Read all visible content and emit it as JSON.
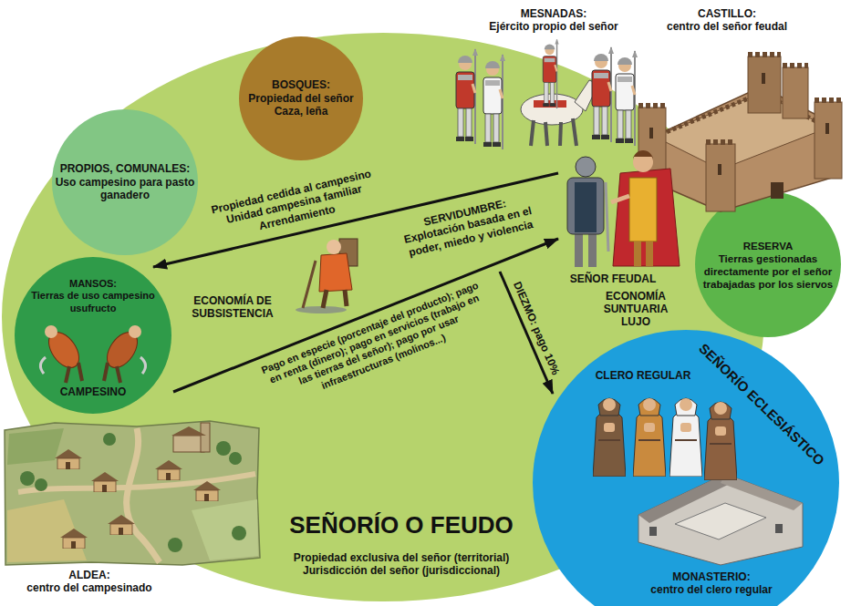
{
  "diagram": {
    "nodes": [
      {
        "text": [
          "SEÑORÍO O FEUDO",
          "Propiedad exclusiva del señor (territorial)",
          "Jurisdicción del señor (jurisdiccional)"
        ]
      },
      {
        "text": [
          "BOSQUES:",
          "Propiedad del señor Caza, leña"
        ],
        "in": 0
      },
      {
        "text": [
          "PROPIOS, COMUNALES:",
          "Uso campesino para pasto ganadero"
        ]
      },
      {
        "text": [
          "MANSOS:",
          "Tierras de uso campesino usufructo",
          "CAMPESINO"
        ],
        "in": 0
      },
      {
        "text": [
          "RESERVA",
          "Tierras gestionadas directamente por el señor trabajadas por los siervos"
        ]
      },
      {
        "text": [
          "SEÑORÍO ECLESIÁSTICO",
          "CLERO REGULAR",
          "MONASTERIO:",
          "centro del clero regular"
        ]
      }
    ],
    "labels": [
      "MESNADAS:",
      "Ejército propio del señor",
      "CASTILLO:",
      "centro del señor feudal",
      "Propiedad cedida al campesino Unidad campesina familiar Arrendamiento",
      "SERVIDUMBRE:",
      "Explotación basada en el poder, miedo y violencia",
      "SEÑOR FEUDAL",
      "ECONOMÍA DE SUBSISTENCIA",
      "DIEZMO: pago 10%",
      "ECONOMÍA SUNTUARIA LUJO",
      "Pago en especie (porcentaje del producto); pago en renta (dinero); pago en servicios (trabajo en las tierras del señor); pago por usar infraestructuras (molinos...)",
      "ALDEA:",
      "centro del campesinado"
    ]
  }
}
